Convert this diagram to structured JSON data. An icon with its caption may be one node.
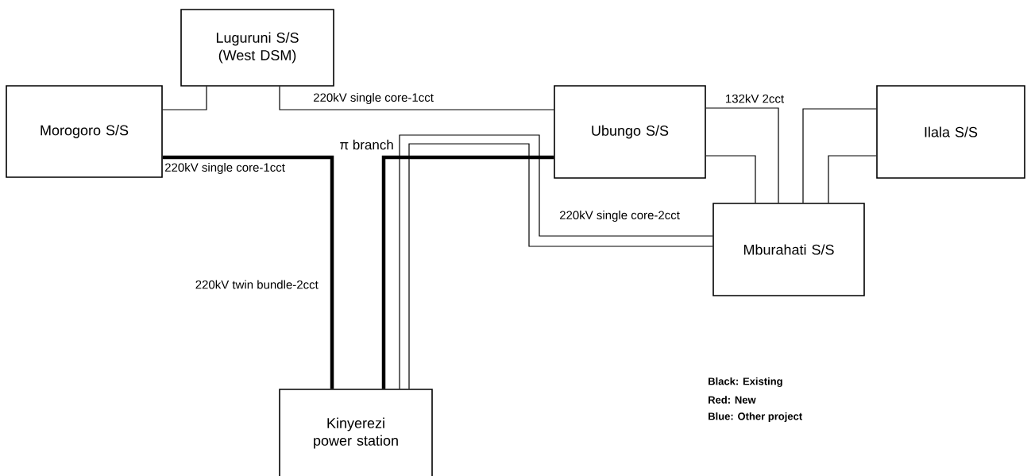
{
  "diagram": {
    "nodes": [
      {
        "text": [
          "Luguruni S/S (West DSM)"
        ]
      },
      {
        "text": [
          "Morogoro S/S"
        ]
      },
      {
        "text": [
          "Ubungo S/S"
        ]
      },
      {
        "text": [
          "Ilala S/S"
        ]
      },
      {
        "text": [
          "Mburahati S/S"
        ]
      },
      {
        "text": [
          "Kinyerezi power station"
        ]
      }
    ],
    "edges": [
      {
        "from": 1,
        "to": 0,
        "arrow": "none"
      },
      {
        "from": 0,
        "to": 2,
        "arrow": "none",
        "label": "220kV single core-1cct"
      },
      {
        "from": 1,
        "to": 5,
        "arrow": "none",
        "style": "thick",
        "label": "220kV single core-1cct"
      },
      {
        "from": 5,
        "to": 2,
        "arrow": "none",
        "style": "thick"
      },
      {
        "from": 5,
        "to": 4,
        "arrow": "none"
      },
      {
        "from": 5,
        "to": 4,
        "arrow": "none"
      },
      {
        "from": 2,
        "to": 4,
        "arrow": "none"
      },
      {
        "from": 2,
        "to": 4,
        "arrow": "none"
      },
      {
        "from": 3,
        "to": 4,
        "arrow": "none"
      },
      {
        "from": 3,
        "to": 4,
        "arrow": "none"
      }
    ],
    "labels": [
      "132kV 2cct",
      "π branch",
      "220kV twin bundle-2cct",
      "220kV single core-2cct",
      "Black: Existing",
      "Red: New",
      "Blue: Other project"
    ]
  }
}
